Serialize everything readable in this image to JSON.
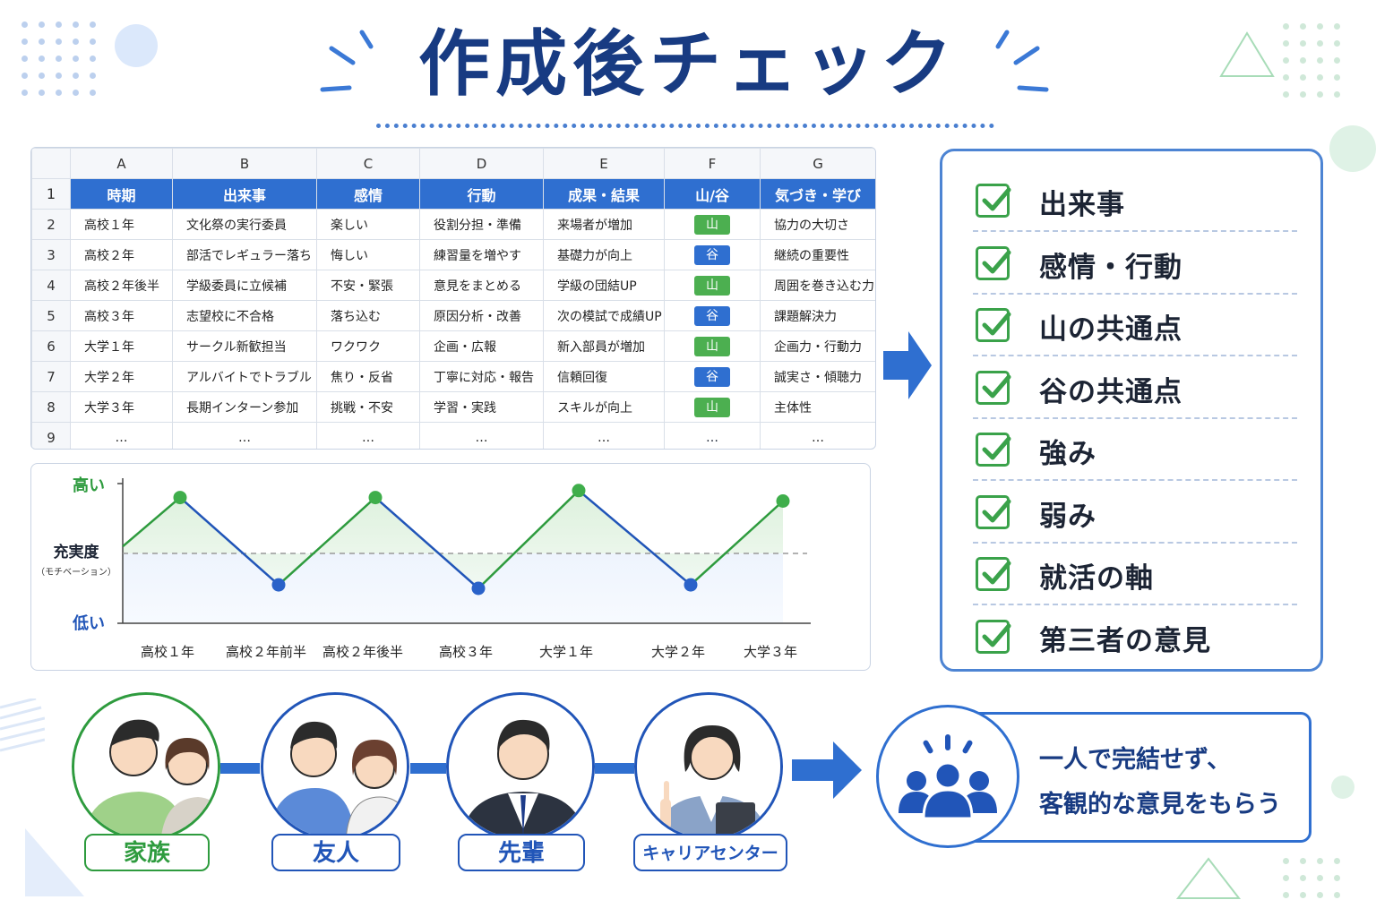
{
  "title": "作成後チェック",
  "sheet": {
    "column_letters": [
      "A",
      "B",
      "C",
      "D",
      "E",
      "F",
      "G"
    ],
    "headers": [
      "時期",
      "出来事",
      "感情",
      "行動",
      "成果・結果",
      "山/谷",
      "気づき・学び"
    ],
    "rows": [
      {
        "num": "2",
        "period": "高校１年",
        "event": "文化祭の実行委員",
        "emotion": "楽しい",
        "action": "役割分担・準備",
        "result": "来場者が増加",
        "type": "山",
        "learning": "協力の大切さ"
      },
      {
        "num": "3",
        "period": "高校２年",
        "event": "部活でレギュラー落ち",
        "emotion": "悔しい",
        "action": "練習量を増やす",
        "result": "基礎力が向上",
        "type": "谷",
        "learning": "継続の重要性"
      },
      {
        "num": "4",
        "period": "高校２年後半",
        "event": "学級委員に立候補",
        "emotion": "不安・緊張",
        "action": "意見をまとめる",
        "result": "学級の団結UP",
        "type": "山",
        "learning": "周囲を巻き込む力"
      },
      {
        "num": "5",
        "period": "高校３年",
        "event": "志望校に不合格",
        "emotion": "落ち込む",
        "action": "原因分析・改善",
        "result": "次の模試で成績UP",
        "type": "谷",
        "learning": "課題解決力"
      },
      {
        "num": "6",
        "period": "大学１年",
        "event": "サークル新歓担当",
        "emotion": "ワクワク",
        "action": "企画・広報",
        "result": "新入部員が増加",
        "type": "山",
        "learning": "企画力・行動力"
      },
      {
        "num": "7",
        "period": "大学２年",
        "event": "アルバイトでトラブル",
        "emotion": "焦り・反省",
        "action": "丁寧に対応・報告",
        "result": "信頼回復",
        "type": "谷",
        "learning": "誠実さ・傾聴力"
      },
      {
        "num": "8",
        "period": "大学３年",
        "event": "長期インターン参加",
        "emotion": "挑戦・不安",
        "action": "学習・実践",
        "result": "スキルが向上",
        "type": "山",
        "learning": "主体性"
      },
      {
        "num": "9",
        "period": "…",
        "event": "…",
        "emotion": "…",
        "action": "…",
        "result": "…",
        "type": "…",
        "learning": "…"
      }
    ]
  },
  "chart_data": {
    "type": "line",
    "categories": [
      "高校１年",
      "高校２年前半",
      "高校２年後半",
      "高校３年",
      "大学１年",
      "大学２年",
      "大学３年"
    ],
    "values": [
      0.8,
      -0.45,
      0.8,
      -0.5,
      0.9,
      -0.45,
      0.75
    ],
    "start_value": 0.1,
    "ylabel": "充実度",
    "ylabel_sub": "（モチベーション）",
    "y_high_label": "高い",
    "y_low_label": "低い",
    "ylim": [
      -1,
      1
    ],
    "baseline": 0,
    "colors": {
      "up": "#2e9b3e",
      "down": "#2155b8"
    }
  },
  "checklist": {
    "items": [
      "出来事",
      "感情・行動",
      "山の共通点",
      "谷の共通点",
      "強み",
      "弱み",
      "就活の軸",
      "第三者の意見"
    ]
  },
  "people": [
    {
      "label": "家族",
      "color": "#2e9b3e"
    },
    {
      "label": "友人",
      "color": "#2155b8"
    },
    {
      "label": "先輩",
      "color": "#2155b8"
    },
    {
      "label": "キャリアセンター",
      "color": "#2155b8"
    }
  ],
  "advice": {
    "line1": "一人で完結せず、",
    "line2": "客観的な意見をもらう"
  },
  "colors": {
    "title": "#183b82",
    "accent": "#2f6fd0",
    "mountain": "#4caf50",
    "valley": "#2f6fd0",
    "check": "#3aa24a"
  }
}
